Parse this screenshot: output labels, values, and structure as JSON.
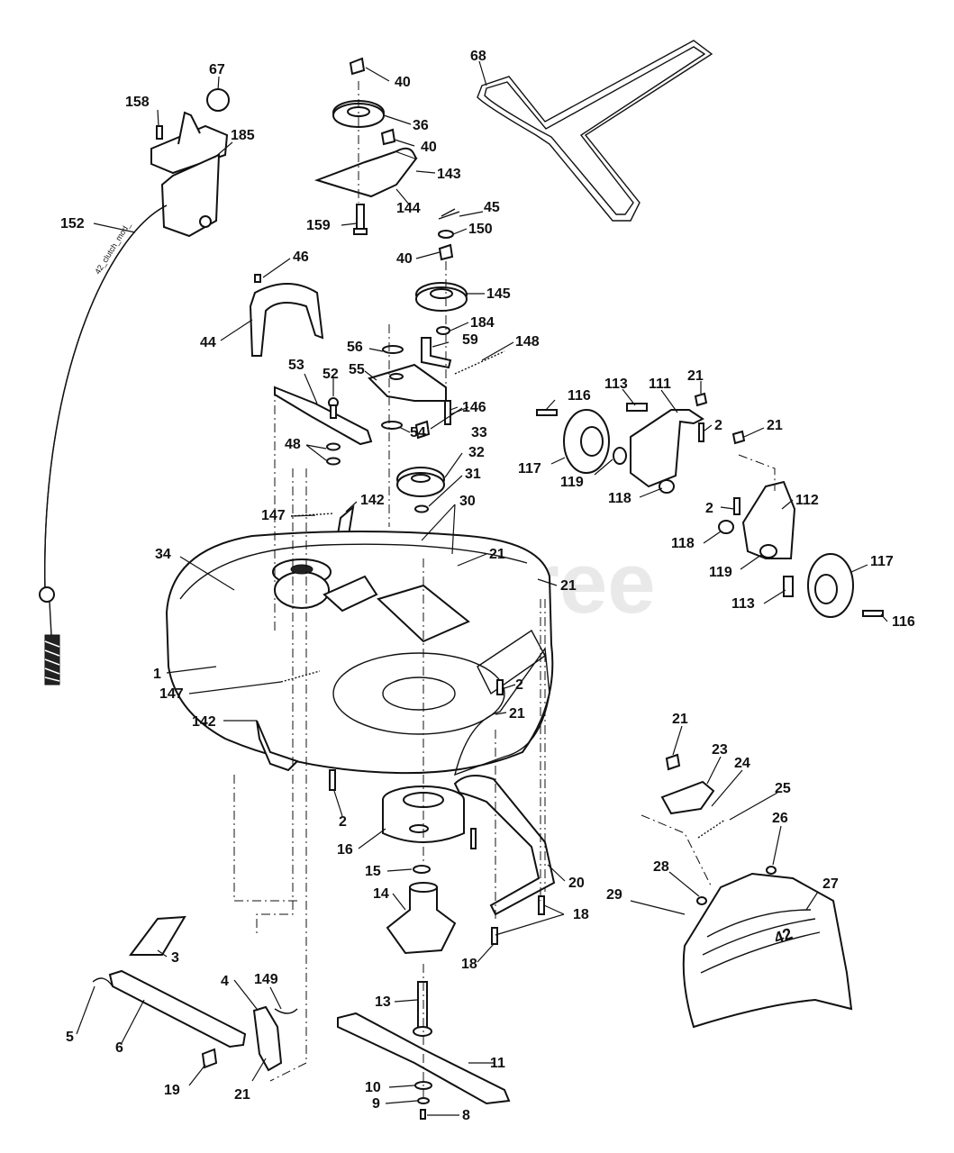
{
  "watermark": "PartsTree",
  "cable_text": "42_clutch_mod_",
  "deck_badge": "42",
  "labels": {
    "l1": "1",
    "l2a": "2",
    "l2b": "2",
    "l2c": "2",
    "l2d": "2",
    "l3": "3",
    "l4": "4",
    "l5": "5",
    "l6": "6",
    "l8": "8",
    "l9": "9",
    "l10": "10",
    "l11": "11",
    "l13": "13",
    "l14": "14",
    "l15": "15",
    "l16": "16",
    "l18a": "18",
    "l18b": "18",
    "l19": "19",
    "l20": "20",
    "l21a": "21",
    "l21b": "21",
    "l21c": "21",
    "l21d": "21",
    "l21e": "21",
    "l21f": "21",
    "l21g": "21",
    "l23": "23",
    "l24": "24",
    "l25": "25",
    "l26": "26",
    "l27": "27",
    "l28": "28",
    "l29": "29",
    "l30": "30",
    "l31": "31",
    "l32": "32",
    "l33": "33",
    "l34": "34",
    "l36": "36",
    "l40a": "40",
    "l40b": "40",
    "l40c": "40",
    "l44": "44",
    "l45": "45",
    "l46": "46",
    "l48": "48",
    "l52": "52",
    "l53": "53",
    "l54": "54",
    "l55": "55",
    "l56": "56",
    "l59": "59",
    "l67": "67",
    "l68": "68",
    "l111": "111",
    "l112": "112",
    "l113a": "113",
    "l113b": "113",
    "l116a": "116",
    "l116b": "116",
    "l117a": "117",
    "l117b": "117",
    "l118a": "118",
    "l118b": "118",
    "l119a": "119",
    "l119b": "119",
    "l142a": "142",
    "l142b": "142",
    "l143": "143",
    "l144": "144",
    "l145": "145",
    "l146": "146",
    "l147a": "147",
    "l147b": "147",
    "l148": "148",
    "l149": "149",
    "l150": "150",
    "l152": "152",
    "l158": "158",
    "l159": "159",
    "l184": "184",
    "l185": "185"
  }
}
